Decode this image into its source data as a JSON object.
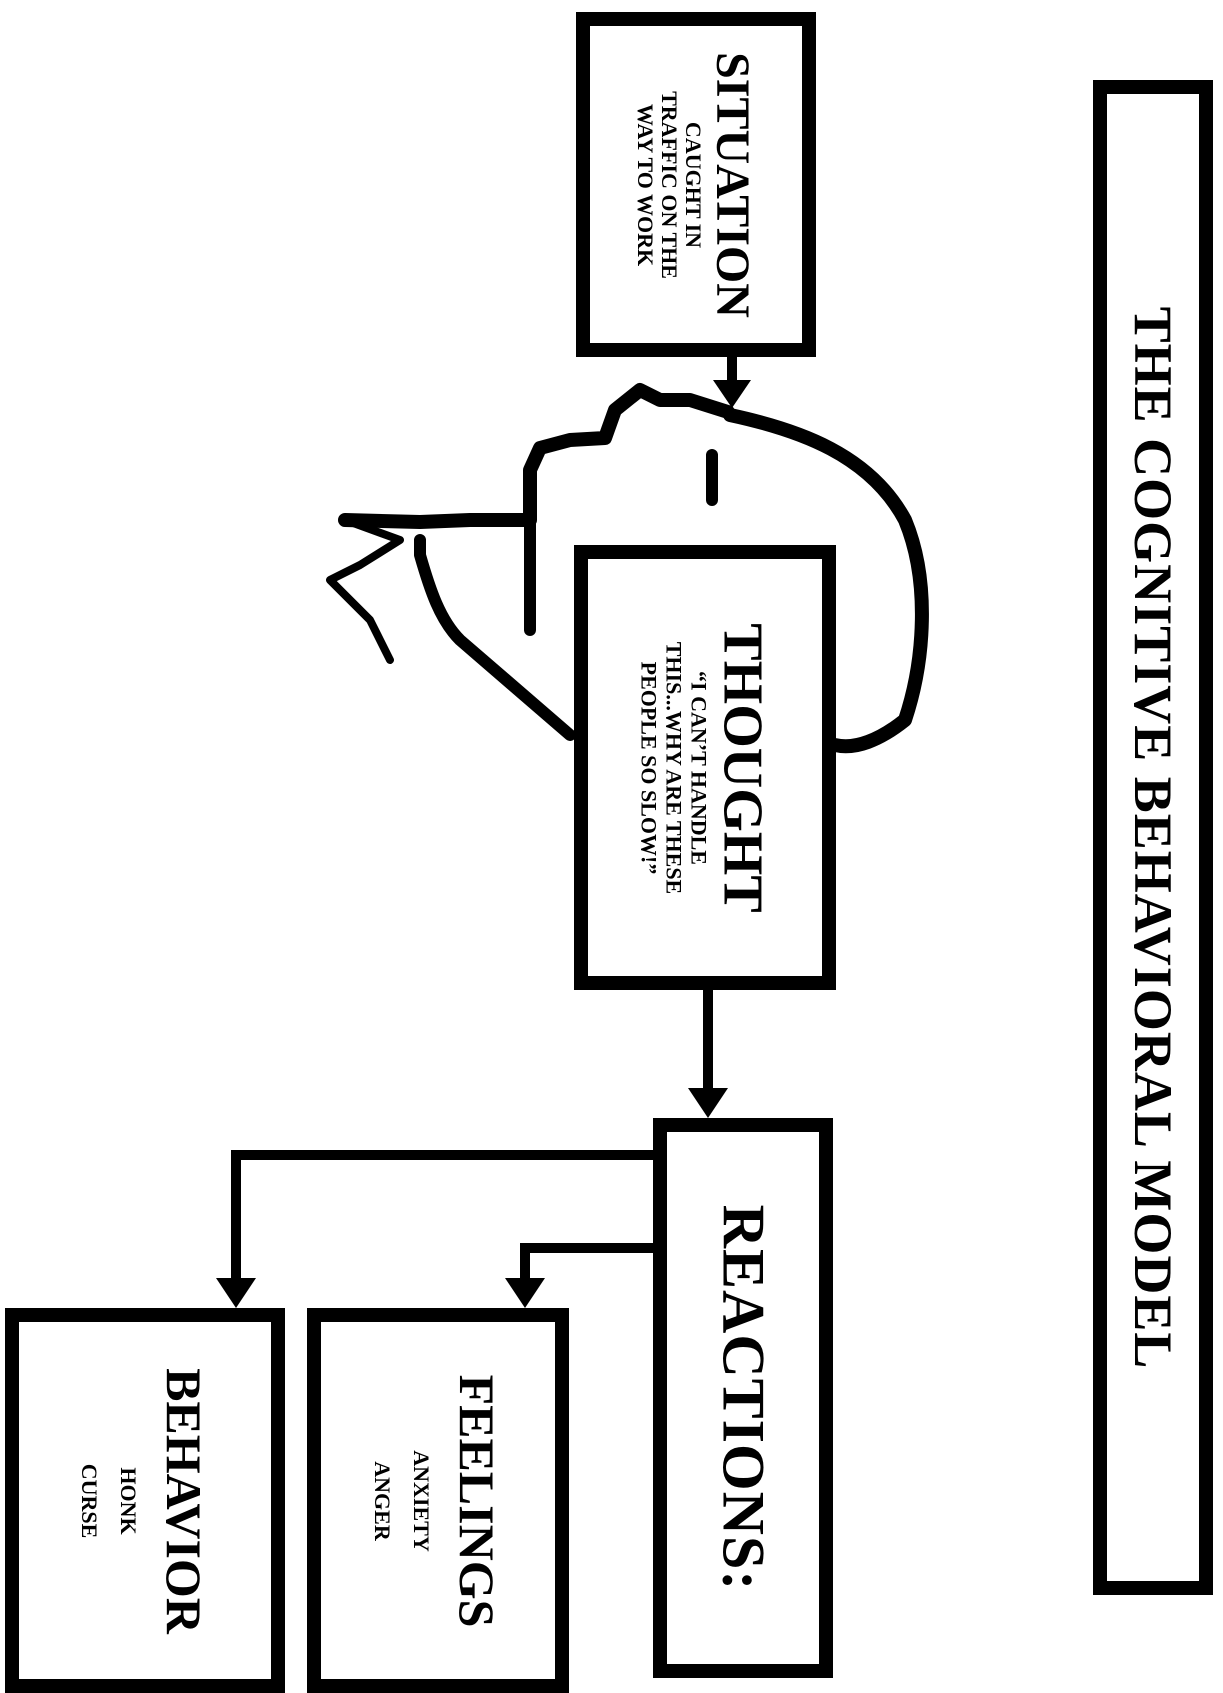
{
  "title": "THE COGNITIVE BEHAVIORAL MODEL",
  "situation": {
    "heading": "SITUATION",
    "lines": [
      "CAUGHT IN",
      "TRAFFIC ON THE",
      "WAY TO WORK"
    ]
  },
  "thought": {
    "heading": "THOUGHT",
    "lines": [
      "“I CAN’T HANDLE",
      "THIS...WHY ARE THESE",
      "PEOPLE SO SLOW!”"
    ]
  },
  "reactions": {
    "heading": "REACTIONS:"
  },
  "feelings": {
    "heading": "FEELINGS",
    "lines": [
      "ANXIETY",
      "ANGER"
    ]
  },
  "behavior": {
    "heading": "BEHAVIOR",
    "lines": [
      "HONK",
      "CURSE"
    ]
  }
}
